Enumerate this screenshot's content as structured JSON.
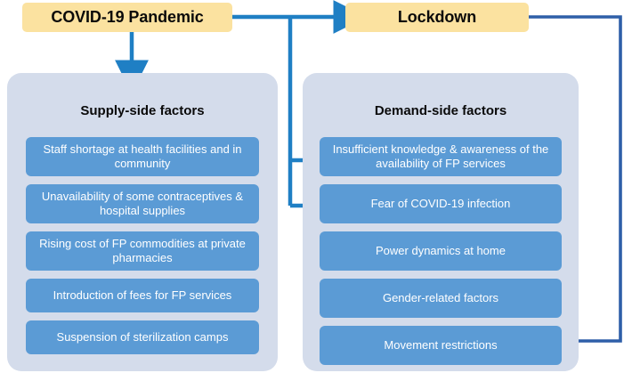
{
  "diagram": {
    "title_text": "",
    "colors": {
      "driver_box": "#FBE2A0",
      "panel_background": "#D4DCEB",
      "factor_box": "#5B9BD5",
      "arrow_bright_blue": "#1F7FC4",
      "arrow_navy": "#2E5FA8",
      "text_dark": "#0A0A0A",
      "text_light": "#FFFFFF"
    },
    "drivers": [
      {
        "id": "pandemic",
        "label": "COVID-19 Pandemic"
      },
      {
        "id": "lockdown",
        "label": "Lockdown"
      }
    ],
    "panels": [
      {
        "id": "supply",
        "title": "Supply-side factors",
        "items": [
          "Staff shortage at health facilities and in community",
          "Unavailability of some contraceptives & hospital supplies",
          "Rising cost of FP commodities at private pharmacies",
          "Introduction of fees for FP services",
          "Suspension of sterilization camps"
        ]
      },
      {
        "id": "demand",
        "title": "Demand-side factors",
        "items": [
          "Insufficient knowledge & awareness of the availability of FP services",
          "Fear of COVID-19 infection",
          "Power dynamics at home",
          "Gender-related factors",
          "Movement restrictions"
        ]
      }
    ],
    "connectors": [
      {
        "id": "pandemic-to-lockdown",
        "from": "COVID-19 Pandemic",
        "to": "Lockdown",
        "color": "#1F7FC4"
      },
      {
        "id": "pandemic-to-supply",
        "from": "COVID-19 Pandemic",
        "to": "Supply-side factors",
        "color": "#1F7FC4"
      },
      {
        "id": "pandemic-to-insufficient-knowledge",
        "from": "COVID-19 Pandemic",
        "to": "Insufficient knowledge & awareness of the availability of FP services",
        "color": "#1F7FC4"
      },
      {
        "id": "pandemic-to-fear-of-infection",
        "from": "COVID-19 Pandemic",
        "to": "Fear of COVID-19 infection",
        "color": "#1F7FC4"
      },
      {
        "id": "lockdown-to-movement-restrictions",
        "from": "Lockdown",
        "to": "Movement restrictions",
        "color": "#2E5FA8"
      }
    ]
  }
}
